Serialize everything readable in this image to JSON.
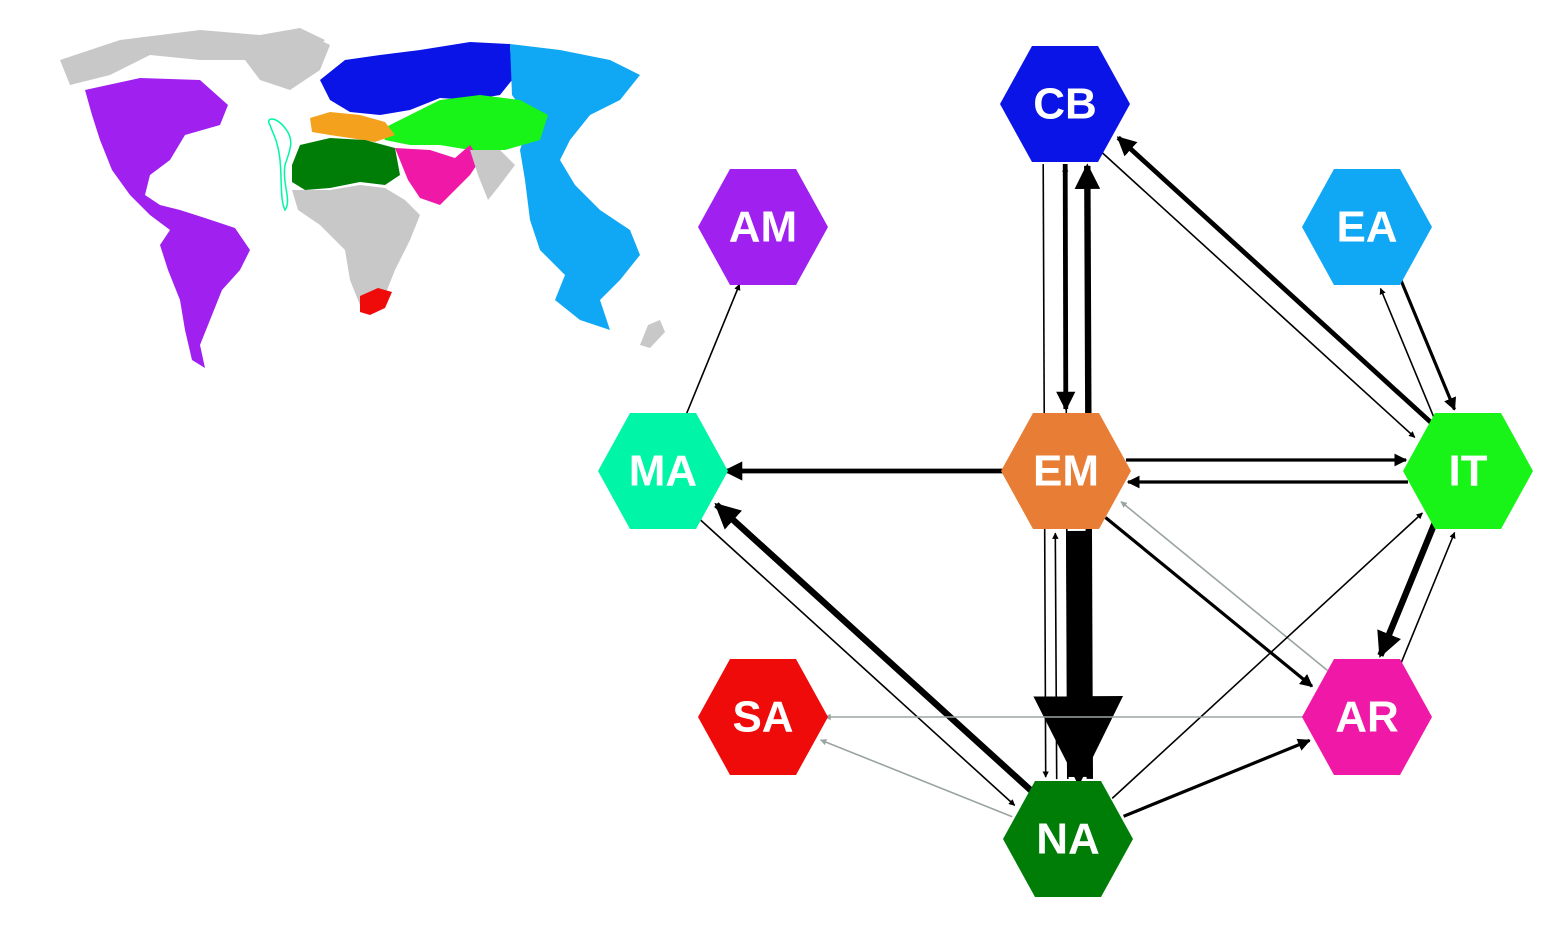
{
  "map": {
    "regions": [
      {
        "name": "americas",
        "color": "#a020f0"
      },
      {
        "name": "europe",
        "color": "#0a14e6"
      },
      {
        "name": "east-asia",
        "color": "#10a8f5"
      },
      {
        "name": "central-asia",
        "color": "#18f318"
      },
      {
        "name": "mediterranean",
        "color": "#f4a11d"
      },
      {
        "name": "north-africa",
        "color": "#007d07"
      },
      {
        "name": "arabia",
        "color": "#f018a6"
      },
      {
        "name": "south-africa",
        "color": "#f00b0b"
      },
      {
        "name": "atlantic-outline",
        "color": "#00f6a6"
      },
      {
        "name": "other-land",
        "color": "#c8c8c8"
      }
    ]
  },
  "nodes": [
    {
      "id": "CB",
      "label": "CB",
      "color": "#0a14e6"
    },
    {
      "id": "AM",
      "label": "AM",
      "color": "#a020f0"
    },
    {
      "id": "EA",
      "label": "EA",
      "color": "#10a8f5"
    },
    {
      "id": "MA",
      "label": "MA",
      "color": "#00f6a6"
    },
    {
      "id": "EM",
      "label": "EM",
      "color": "#e87d35"
    },
    {
      "id": "IT",
      "label": "IT",
      "color": "#18f318"
    },
    {
      "id": "SA",
      "label": "SA",
      "color": "#f00b0b"
    },
    {
      "id": "AR",
      "label": "AR",
      "color": "#f018a6"
    },
    {
      "id": "NA",
      "label": "NA",
      "color": "#007d07"
    }
  ],
  "edges": [
    {
      "from": "MA",
      "to": "AM",
      "weight": 1,
      "color": "#000000"
    },
    {
      "from": "EM",
      "to": "MA",
      "weight": 3,
      "color": "#000000"
    },
    {
      "from": "EM",
      "to": "IT",
      "weight": 2,
      "color": "#000000"
    },
    {
      "from": "IT",
      "to": "EM",
      "weight": 2,
      "color": "#000000"
    },
    {
      "from": "CB",
      "to": "EM",
      "weight": 3,
      "color": "#000000"
    },
    {
      "from": "NA",
      "to": "CB",
      "weight": 4,
      "color": "#000000"
    },
    {
      "from": "NA",
      "to": "CB",
      "weight": 1,
      "color": "#000000"
    },
    {
      "from": "CB",
      "to": "NA",
      "weight": 1,
      "color": "#000000"
    },
    {
      "from": "EM",
      "to": "NA",
      "weight": 14,
      "color": "#000000"
    },
    {
      "from": "NA",
      "to": "EM",
      "weight": 1,
      "color": "#000000"
    },
    {
      "from": "IT",
      "to": "CB",
      "weight": 3,
      "color": "#000000"
    },
    {
      "from": "CB",
      "to": "IT",
      "weight": 1,
      "color": "#000000"
    },
    {
      "from": "EA",
      "to": "IT",
      "weight": 2,
      "color": "#000000"
    },
    {
      "from": "IT",
      "to": "EA",
      "weight": 1,
      "color": "#000000"
    },
    {
      "from": "IT",
      "to": "AR",
      "weight": 4,
      "color": "#000000"
    },
    {
      "from": "AR",
      "to": "IT",
      "weight": 1,
      "color": "#000000"
    },
    {
      "from": "EM",
      "to": "AR",
      "weight": 2,
      "color": "#000000"
    },
    {
      "from": "AR",
      "to": "EM",
      "weight": 1,
      "color": "#9aa5a0"
    },
    {
      "from": "NA",
      "to": "MA",
      "weight": 4,
      "color": "#000000"
    },
    {
      "from": "MA",
      "to": "NA",
      "weight": 1,
      "color": "#000000"
    },
    {
      "from": "NA",
      "to": "AR",
      "weight": 2,
      "color": "#000000"
    },
    {
      "from": "NA",
      "to": "IT",
      "weight": 1,
      "color": "#000000"
    },
    {
      "from": "AR",
      "to": "SA",
      "weight": 1,
      "color": "#9aa5a0"
    },
    {
      "from": "NA",
      "to": "SA",
      "weight": 1,
      "color": "#9aa5a0"
    }
  ]
}
